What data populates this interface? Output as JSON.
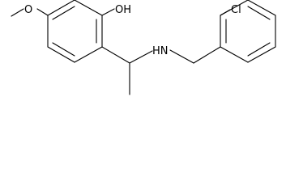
{
  "molecule": {
    "atoms": {
      "methoxy_o": "O",
      "hydroxyl": "OH",
      "amine": "HN",
      "chloro": "Cl"
    }
  }
}
